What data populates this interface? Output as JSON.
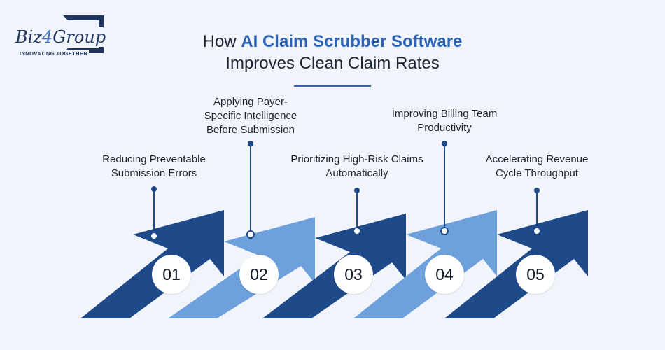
{
  "brand": {
    "logo_word_prefix": "Biz",
    "logo_word_accent": "4",
    "logo_word_suffix": "Group",
    "tagline": "INNOVATING TOGETHER"
  },
  "title": {
    "prefix": "How ",
    "highlight": "AI Claim Scrubber Software",
    "line2": "Improves Clean Claim Rates"
  },
  "colors": {
    "dark_blue": "#1f4a8a",
    "light_blue": "#6ea0dc",
    "connector": "#1f4a8a",
    "background": "#f1f5fb"
  },
  "steps": [
    {
      "number": "01",
      "lines": [
        "Reducing Preventable",
        "Submission Errors"
      ]
    },
    {
      "number": "02",
      "lines": [
        "Applying Payer-",
        "Specific Intelligence",
        "Before Submission"
      ]
    },
    {
      "number": "03",
      "lines": [
        "Prioritizing High-Risk Claims",
        "Automatically"
      ]
    },
    {
      "number": "04",
      "lines": [
        "Improving Billing Team",
        "Productivity"
      ]
    },
    {
      "number": "05",
      "lines": [
        "Accelerating Revenue",
        "Cycle Throughput"
      ]
    }
  ]
}
